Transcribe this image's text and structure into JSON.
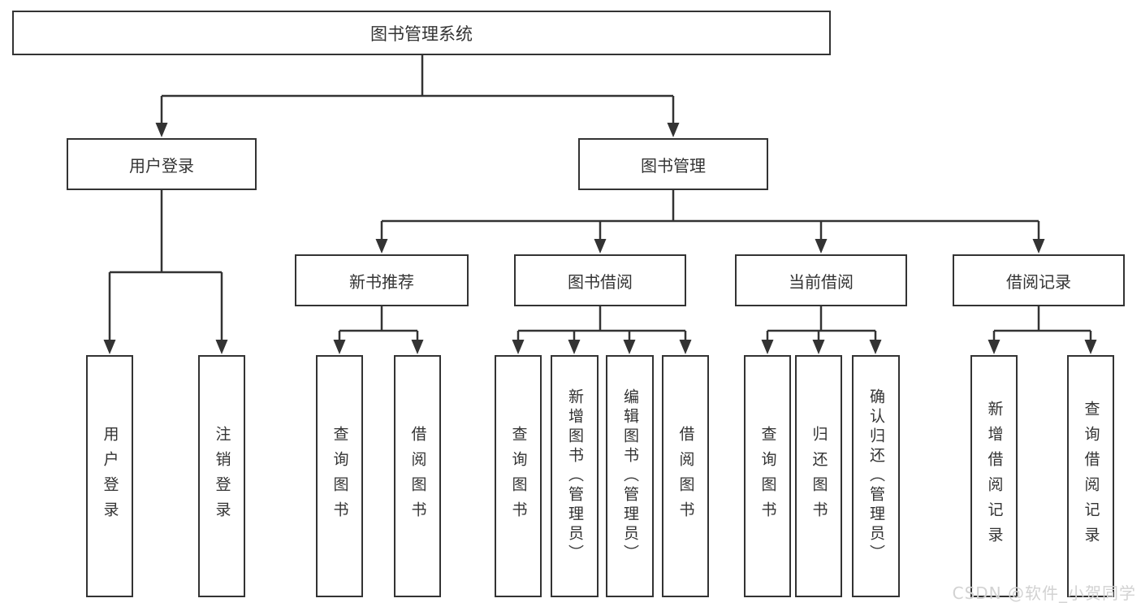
{
  "diagram": {
    "title": "图书管理系统",
    "level2": [
      {
        "label": "用户登录"
      },
      {
        "label": "图书管理"
      }
    ],
    "level3": [
      {
        "label": "新书推荐"
      },
      {
        "label": "图书借阅"
      },
      {
        "label": "当前借阅"
      },
      {
        "label": "借阅记录"
      }
    ],
    "leaves": {
      "user_login": [
        {
          "label": "用户登录"
        },
        {
          "label": "注销登录"
        }
      ],
      "new_book_recommend": [
        {
          "label": "查询图书"
        },
        {
          "label": "借阅图书"
        }
      ],
      "book_borrow": [
        {
          "label": "查询图书"
        },
        {
          "label": "新增图书（管理员）"
        },
        {
          "label": "编辑图书（管理员）"
        },
        {
          "label": "借阅图书"
        }
      ],
      "current_borrow": [
        {
          "label": "查询图书"
        },
        {
          "label": "归还图书"
        },
        {
          "label": "确认归还（管理员）"
        }
      ],
      "borrow_records": [
        {
          "label": "新增借阅记录"
        },
        {
          "label": "查询借阅记录"
        }
      ]
    },
    "watermark": "CSDN @软件_小贺同学",
    "colors": {
      "line": "#333333",
      "text": "#333333",
      "watermark": "#d2d2d2",
      "background": "#ffffff"
    }
  }
}
